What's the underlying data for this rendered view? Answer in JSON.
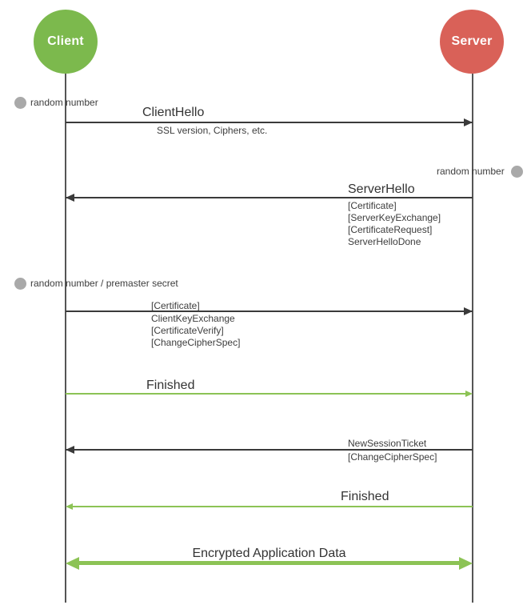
{
  "colors": {
    "client_green": "#7cb94d",
    "server_red": "#d96158",
    "arrow_green": "#8cc355",
    "arrow_black": "#3a3a3a",
    "lifeline_gray": "#555555",
    "dot_gray": "#a9a9a9",
    "text_dark": "#3d3d3d"
  },
  "actors": {
    "client": {
      "label": "Client"
    },
    "server": {
      "label": "Server"
    }
  },
  "annotations": [
    {
      "label": "random number",
      "side": "client"
    },
    {
      "label": "random number",
      "side": "server"
    },
    {
      "label": "random number / premaster secret",
      "side": "client"
    }
  ],
  "messages": [
    {
      "label": "ClientHello",
      "sublabels": [
        "SSL version, Ciphers, etc."
      ],
      "from": "client",
      "to": "server",
      "style": "black",
      "emphasis": "large"
    },
    {
      "label": "ServerHello",
      "sublabels": [
        "[Certificate]",
        "[ServerKeyExchange]",
        "[CertificateRequest]",
        "ServerHelloDone"
      ],
      "from": "server",
      "to": "client",
      "style": "black",
      "emphasis": "large"
    },
    {
      "label": "[Certificate]",
      "sublabels": [
        "ClientKeyExchange",
        "[CertificateVerify]",
        "[ChangeCipherSpec]"
      ],
      "from": "client",
      "to": "server",
      "style": "black",
      "emphasis": "small"
    },
    {
      "label": "Finished",
      "sublabels": [],
      "from": "client",
      "to": "server",
      "style": "green",
      "emphasis": "large"
    },
    {
      "label": "NewSessionTicket",
      "sublabels": [
        "[ChangeCipherSpec]"
      ],
      "from": "server",
      "to": "client",
      "style": "black",
      "emphasis": "small"
    },
    {
      "label": "Finished",
      "sublabels": [],
      "from": "server",
      "to": "client",
      "style": "green",
      "emphasis": "large"
    },
    {
      "label": "Encrypted Application Data",
      "sublabels": [],
      "from": "client",
      "to": "server",
      "bidirectional": true,
      "style": "green-thick",
      "emphasis": "large"
    }
  ]
}
